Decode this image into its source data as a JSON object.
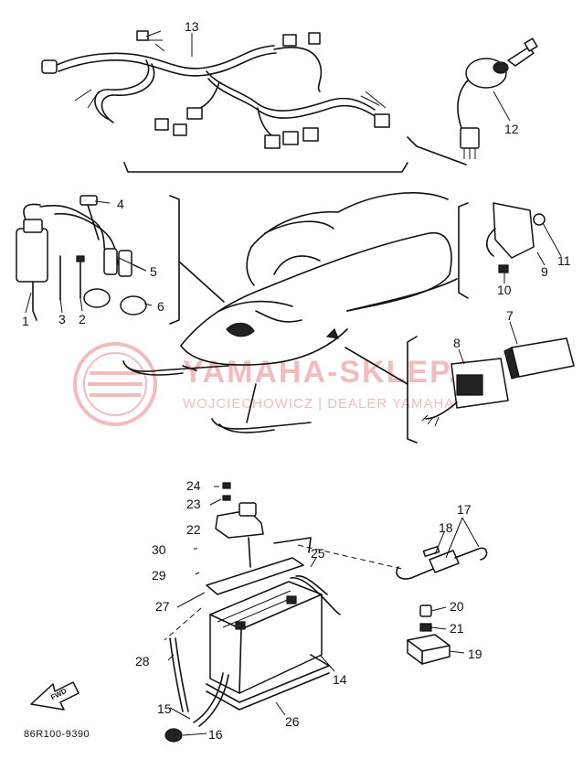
{
  "diagram": {
    "part_code": "86R100-9390",
    "direction_label": "FWD",
    "watermark": {
      "title": "YAMAHA-SKLEP.PL",
      "subtitle": "WOJCIECHOWICZ | DEALER YAMAHA",
      "color": "#e56a6a"
    },
    "callouts": {
      "c1": "1",
      "c2": "2",
      "c3": "3",
      "c4": "4",
      "c5": "5",
      "c6": "6",
      "c7": "7",
      "c8": "8",
      "c9": "9",
      "c10": "10",
      "c11": "11",
      "c12": "12",
      "c13": "13",
      "c14": "14",
      "c15": "15",
      "c16": "16",
      "c17": "17",
      "c18": "18",
      "c19": "19",
      "c20": "20",
      "c21": "21",
      "c22": "22",
      "c23": "23",
      "c24": "24",
      "c25": "25",
      "c26": "26",
      "c27": "27",
      "c28": "28",
      "c29": "29",
      "c30": "30"
    }
  }
}
